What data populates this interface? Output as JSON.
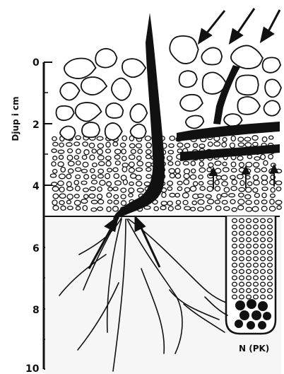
{
  "axis": {
    "label": "Djup i cm",
    "ticks": [
      "0",
      "2",
      "4",
      "6",
      "8",
      "10"
    ]
  },
  "annotation": "N (PK)",
  "colors": {
    "ink": "#111111",
    "paper": "#ffffff",
    "zone": "#f1f1f1"
  }
}
